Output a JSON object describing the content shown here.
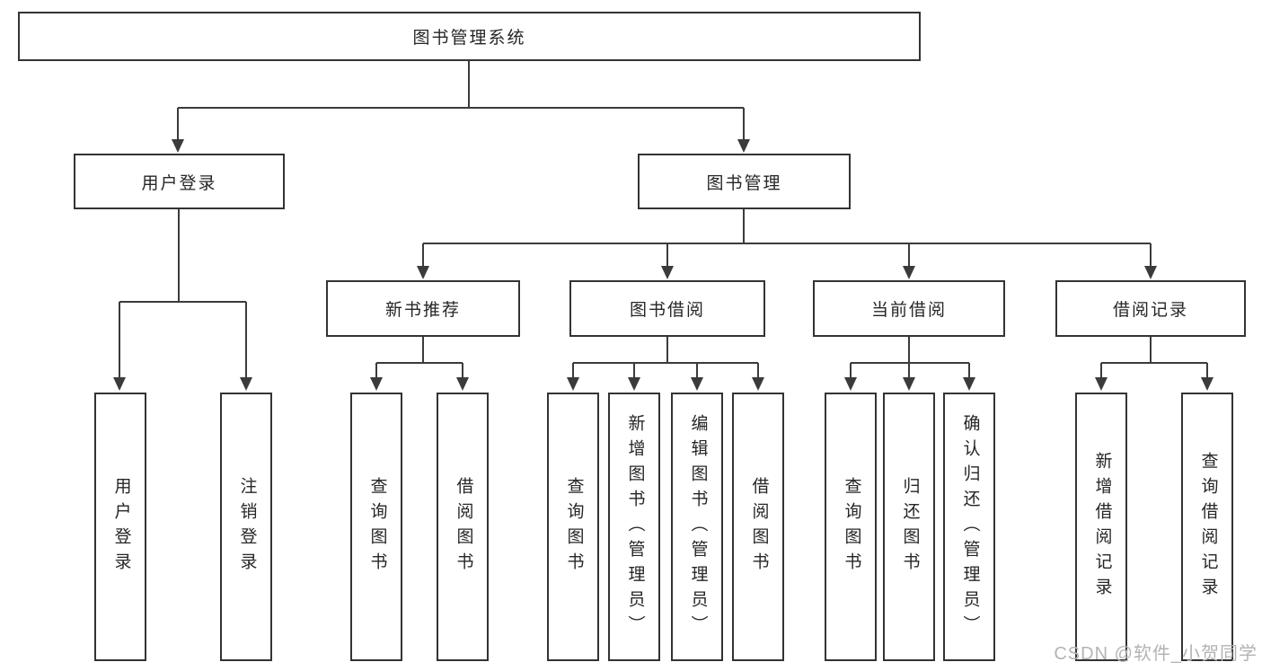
{
  "diagram_title": "图书管理系统",
  "colors": {
    "line": "#3b3b3b",
    "box_border": "#333333",
    "text": "#262626",
    "watermark": "#b3b3b3",
    "background": "#ffffff"
  },
  "watermark": {
    "text": "CSDN @软件_小贺同学"
  },
  "tree": {
    "label": "图书管理系统",
    "children": [
      {
        "label": "用户登录",
        "children": [
          {
            "label": "用户登录"
          },
          {
            "label": "注销登录"
          }
        ]
      },
      {
        "label": "图书管理",
        "children": [
          {
            "label": "新书推荐",
            "children": [
              {
                "label": "查询图书"
              },
              {
                "label": "借阅图书"
              }
            ]
          },
          {
            "label": "图书借阅",
            "children": [
              {
                "label": "查询图书"
              },
              {
                "label": "新增图书（管理员）"
              },
              {
                "label": "编辑图书（管理员）"
              },
              {
                "label": "借阅图书"
              }
            ]
          },
          {
            "label": "当前借阅",
            "children": [
              {
                "label": "查询图书"
              },
              {
                "label": "归还图书"
              },
              {
                "label": "确认归还（管理员）"
              }
            ]
          },
          {
            "label": "借阅记录",
            "children": [
              {
                "label": "新增借阅记录"
              },
              {
                "label": "查询借阅记录"
              }
            ]
          }
        ]
      }
    ]
  }
}
